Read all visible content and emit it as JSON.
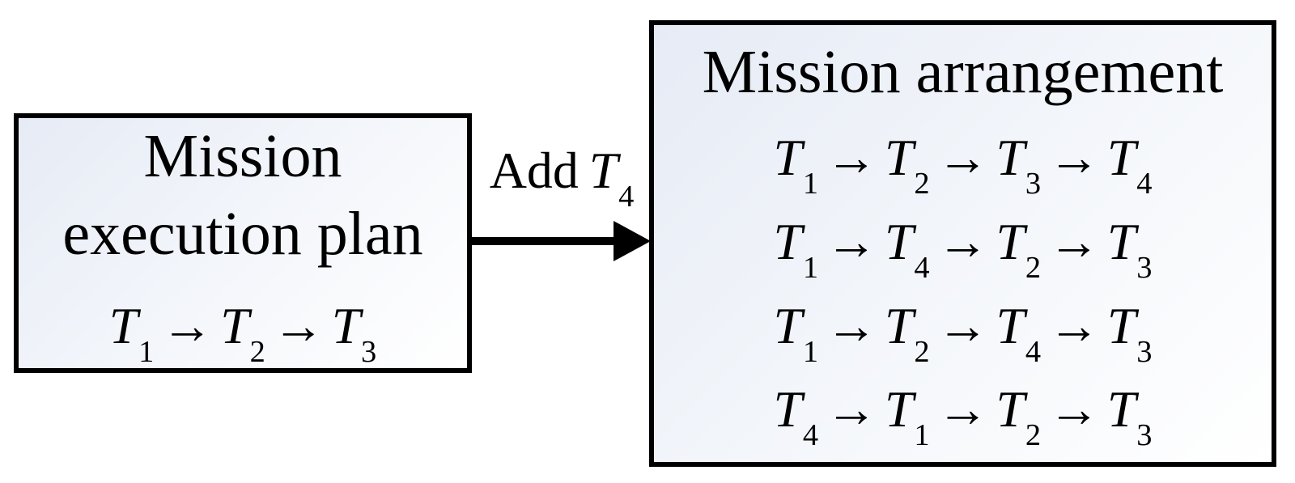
{
  "left_box": {
    "title_line1": "Mission",
    "title_line2": "execution plan",
    "sequence": [
      {
        "base": "T",
        "sub": "1"
      },
      {
        "base": "T",
        "sub": "2"
      },
      {
        "base": "T",
        "sub": "3"
      }
    ]
  },
  "arrow": {
    "label_action": "Add",
    "label_task": [
      {
        "base": "T",
        "sub": "4"
      }
    ]
  },
  "right_box": {
    "title": "Mission arrangement",
    "sequences": [
      [
        {
          "base": "T",
          "sub": "1"
        },
        {
          "base": "T",
          "sub": "2"
        },
        {
          "base": "T",
          "sub": "3"
        },
        {
          "base": "T",
          "sub": "4"
        }
      ],
      [
        {
          "base": "T",
          "sub": "1"
        },
        {
          "base": "T",
          "sub": "4"
        },
        {
          "base": "T",
          "sub": "2"
        },
        {
          "base": "T",
          "sub": "3"
        }
      ],
      [
        {
          "base": "T",
          "sub": "1"
        },
        {
          "base": "T",
          "sub": "2"
        },
        {
          "base": "T",
          "sub": "4"
        },
        {
          "base": "T",
          "sub": "3"
        }
      ],
      [
        {
          "base": "T",
          "sub": "4"
        },
        {
          "base": "T",
          "sub": "1"
        },
        {
          "base": "T",
          "sub": "2"
        },
        {
          "base": "T",
          "sub": "3"
        }
      ]
    ]
  },
  "arrow_symbol": "→",
  "colors": {
    "border": "#000000",
    "text": "#000000",
    "box_fill_top_left": "#e6ebf5",
    "box_fill_bottom_right": "#ffffff"
  }
}
